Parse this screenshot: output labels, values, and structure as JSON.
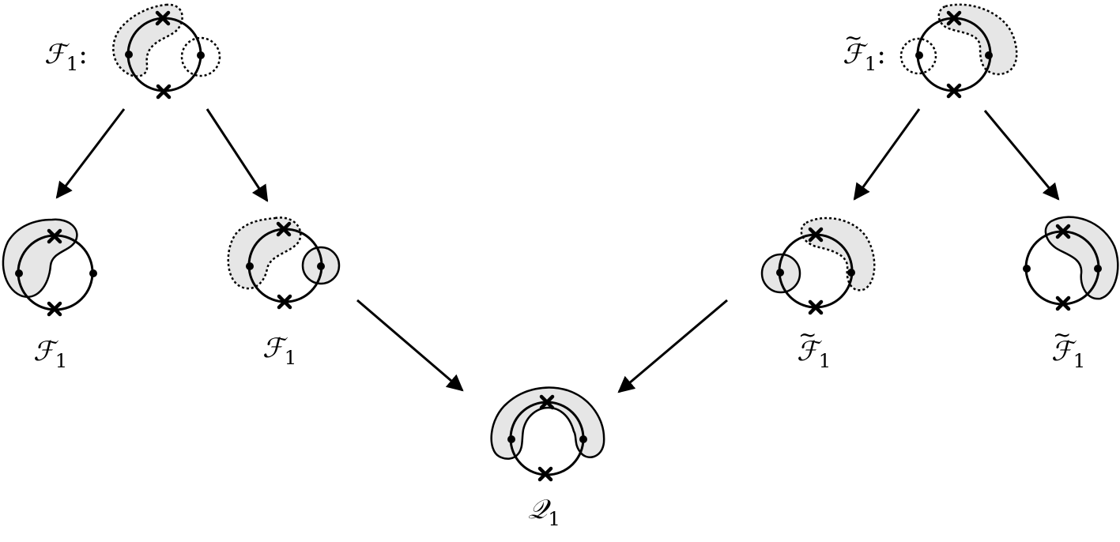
{
  "diagram": {
    "top_left": {
      "symbol": "ℱ",
      "subscript": "1",
      "suffix": ":"
    },
    "top_right": {
      "symbol": "ℱ",
      "subscript": "1",
      "suffix": ":",
      "accent": "~"
    },
    "mid_1": {
      "symbol": "ℱ",
      "subscript": "1"
    },
    "mid_2": {
      "symbol": "ℱ",
      "subscript": "1"
    },
    "mid_3": {
      "symbol": "ℱ",
      "subscript": "1",
      "accent": "~"
    },
    "mid_4": {
      "symbol": "ℱ",
      "subscript": "1",
      "accent": "~"
    },
    "bottom": {
      "symbol": "𝒬",
      "subscript": "1"
    },
    "colors": {
      "stroke": "#000000",
      "shade": "#e6e6e6"
    }
  }
}
